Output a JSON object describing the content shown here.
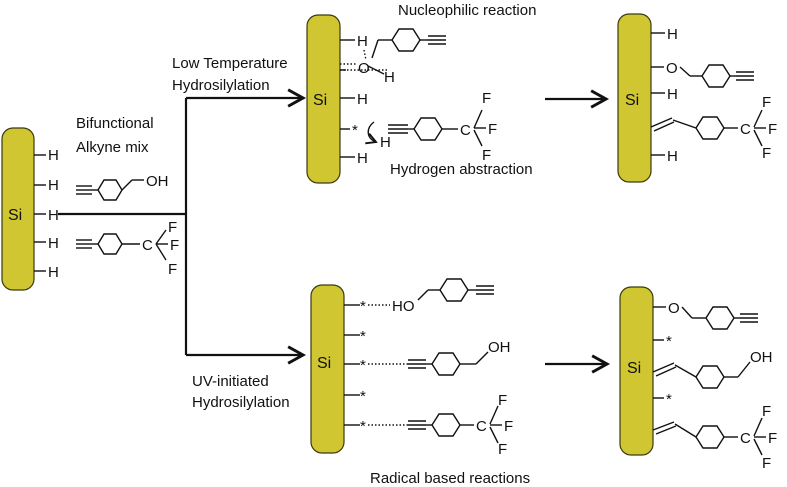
{
  "colors": {
    "silicon_bar": "#cfc631",
    "line": "#111111"
  },
  "labels": {
    "start_reagent": [
      "Bifunctional",
      "Alkyne mix"
    ],
    "low_temp": [
      "Low Temperature",
      "Hydrosilylation"
    ],
    "uv": [
      "UV-initiated",
      "Hydrosilylation"
    ],
    "nucleophilic": "Nucleophilic reaction",
    "h_abstraction": "Hydrogen abstraction",
    "radical": "Radical based reactions"
  },
  "atoms": {
    "si": "Si",
    "h": "H",
    "o": "O",
    "oh": "OH",
    "ho": "HO",
    "c": "C",
    "f": "F",
    "radical": "*"
  }
}
